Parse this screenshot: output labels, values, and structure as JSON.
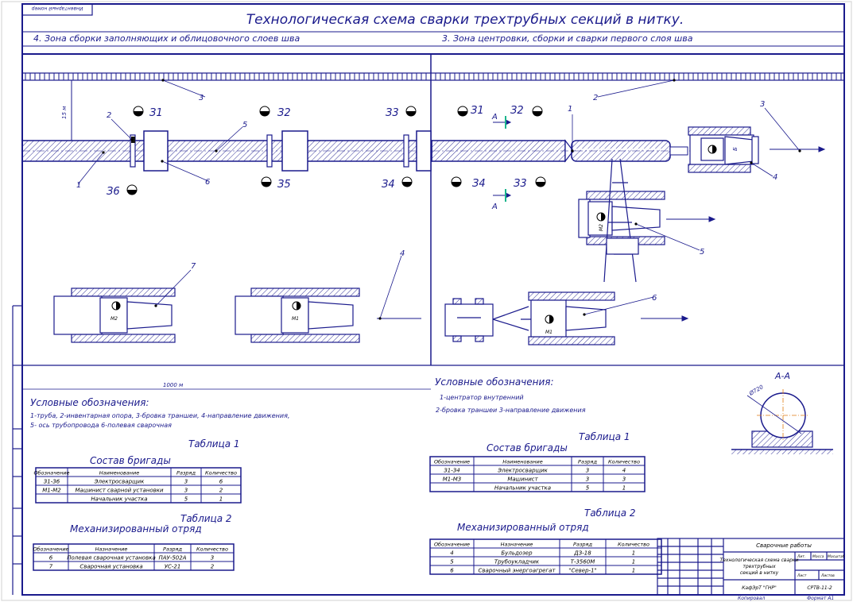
{
  "stamp_top": "Инвентарный номер",
  "title": "Технологическая схема сварки трехтрубных секций в нитку.",
  "zone4_title": "4. Зона сборки заполняющих и облицовочного слоев шва",
  "zone3_title": "3. Зона центровки, сборки и сварки первого слоя шва",
  "dim_15m": "15 м",
  "dim_1000m": "1000 м",
  "section_mark": "А",
  "section_title": "А-А",
  "pipe_diameter": "Ø720",
  "left_callouts": [
    "1",
    "2",
    "3",
    "4",
    "5",
    "6",
    "7"
  ],
  "right_callouts": [
    "1",
    "2",
    "3",
    "4",
    "5",
    "6"
  ],
  "welders_left": [
    "З1",
    "З2",
    "З3",
    "З4",
    "З5",
    "З6"
  ],
  "welders_right": [
    "З1",
    "З2",
    "З3",
    "З4"
  ],
  "machinists": [
    "М1",
    "М2"
  ],
  "tractor_mark": "Б",
  "legend_left": {
    "title": "Условные обозначения:",
    "line1": "1-труба, 2-инвентарная опора, 3-бровка траншеи, 4-направление движения,",
    "line2": "5- ось трубопровода 6-полевая сварочная"
  },
  "legend_right": {
    "title": "Условные обозначения:",
    "line1": "1-центратор внутренний",
    "line2": "2-бровка траншеи 3-направление движения"
  },
  "left_table1": {
    "caption": "Таблица 1",
    "title": "Состав бригады",
    "headers": [
      "Обозначение",
      "Наименование",
      "Разряд",
      "Количество"
    ],
    "rows": [
      [
        "З1-З6",
        "Электросварщик",
        "3",
        "6"
      ],
      [
        "М1-М2",
        "Машинист сварной установки",
        "3",
        "2"
      ],
      [
        "",
        "Начальник участка",
        "5",
        "1"
      ]
    ]
  },
  "left_table2": {
    "caption": "Таблица 2",
    "title": "Механизированный отряд",
    "headers": [
      "Обозначение",
      "Назначение",
      "Разряд",
      "Количество"
    ],
    "rows": [
      [
        "6",
        "Полевая сварочная установка",
        "ПАУ-502А",
        "3"
      ],
      [
        "7",
        "Сварочная установка",
        "УС-21",
        "2"
      ]
    ]
  },
  "right_table1": {
    "caption": "Таблица 1",
    "title": "Состав бригады",
    "headers": [
      "Обозначение",
      "Наименование",
      "Разряд",
      "Количество"
    ],
    "rows": [
      [
        "З1-З4",
        "Электросварщик",
        "3",
        "4"
      ],
      [
        "М1-М3",
        "Машинист",
        "3",
        "3"
      ],
      [
        "",
        "Начальник участка",
        "5",
        "1"
      ]
    ]
  },
  "right_table2": {
    "caption": "Таблица 2",
    "title": "Механизированный отряд",
    "headers": [
      "Обозначение",
      "Назначение",
      "Разряд",
      "Количество"
    ],
    "rows": [
      [
        "4",
        "Бульдозер",
        "ДЗ-18",
        "1"
      ],
      [
        "5",
        "Трубоукладчик",
        "Т-3560М",
        "1"
      ],
      [
        "6",
        "Сварочный энергоагрегат",
        "\"Север-1\"",
        "1"
      ]
    ]
  },
  "titleblock": {
    "work": "Сварочные работы",
    "name": "Технологическая схема сварки трехтрубных секций в нитку",
    "dept": "КафЭрТ \"ГНР\"",
    "code": "СРТВ-11-2",
    "copied": "Копировал",
    "format": "Формат А1",
    "lit": "Лит.",
    "mass": "Масса",
    "scale": "Масштаб",
    "sheet": "Лист",
    "sheets": "Листов"
  }
}
